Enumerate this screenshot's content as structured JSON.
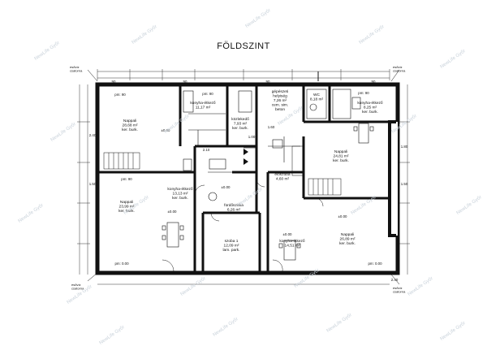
{
  "title": "FÖLDSZINT",
  "watermark": "NewLife Győr",
  "rooms": [
    {
      "id": "nappali-nw",
      "lines": [
        "Nappali",
        "28,68 m²",
        "ker. burk."
      ]
    },
    {
      "id": "konyha-nw",
      "lines": [
        "konyha-étkező",
        "11,17 m²"
      ]
    },
    {
      "id": "kozlekedo",
      "lines": [
        "közlekedő",
        "7,93 m²",
        "ker. burk."
      ]
    },
    {
      "id": "gepeszeti",
      "lines": [
        "gépészeti",
        "helyiség",
        "7,26 m²",
        "cem. sim.",
        "beton"
      ]
    },
    {
      "id": "wc-ne",
      "lines": [
        "WC",
        "8,18 m²"
      ]
    },
    {
      "id": "konyha-ne",
      "lines": [
        "konyha-étkező",
        "8,25 m²",
        "ker. burk."
      ]
    },
    {
      "id": "nappali-ne",
      "lines": [
        "Nappali",
        "24,81 m²",
        "ker. burk."
      ]
    },
    {
      "id": "eloter-mid",
      "lines": [
        "előszoba",
        "4,60 m²"
      ]
    },
    {
      "id": "nappali-sw",
      "lines": [
        "Nappali",
        "23,99 m²",
        "ker. burk."
      ]
    },
    {
      "id": "konyha-sw",
      "lines": [
        "konyha-étkező",
        "13,13 m²",
        "ker. burk."
      ]
    },
    {
      "id": "furdo",
      "lines": [
        "fürdőszoba",
        "6,26 m²"
      ]
    },
    {
      "id": "szoba",
      "lines": [
        "szoba 1",
        "12,09 m²",
        "lam. park."
      ]
    },
    {
      "id": "konyha-se",
      "lines": [
        "konyha-étkező",
        "14,51 m²"
      ]
    },
    {
      "id": "nappali-se",
      "lines": [
        "Nappali",
        "26,89 m²",
        "ker. burk."
      ]
    }
  ],
  "labels": {
    "pm90_a": "pm: 90",
    "pm90_b": "pm: 90",
    "pm90_c": "pm: 90",
    "pm90_d": "pm: 90",
    "pm0_a": "pm: 0.00",
    "pm0_b": "pm: 0.00",
    "lvl_a": "±0.00",
    "lvl_b": "±0.00",
    "lvl_c": "±0.00",
    "lvl_d": "±0.00",
    "lvl_e": "±0.00",
    "dim_160": "1.60",
    "dim_240a": "2.40",
    "dim_240b": "2.40",
    "dim_150a": "1.50",
    "dim_150b": "1.50",
    "dim_180": "1.80",
    "dim_90a": "90",
    "dim_90b": "90",
    "dim_90c": "90",
    "dim_90d": "90",
    "dim_210": "2.10",
    "dim_100": "1.00",
    "corner_nw": [
      "esővíz",
      "csatorna"
    ],
    "corner_ne": [
      "esővíz",
      "csatorna"
    ],
    "corner_sw": [
      "esővíz",
      "csatorna"
    ],
    "corner_se": [
      "esővíz",
      "csatorna"
    ]
  }
}
